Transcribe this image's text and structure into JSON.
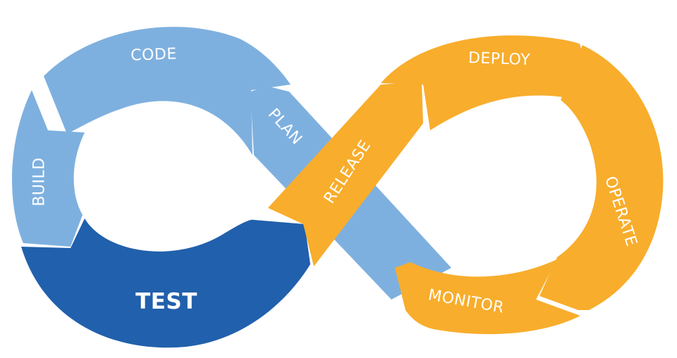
{
  "colors": {
    "light_blue": "#7eb0df",
    "dark_blue": "#2160ac",
    "orange": "#f8ad2c",
    "background": "#ffffff",
    "label": "#ffffff"
  },
  "stages": {
    "plan": "PLAN",
    "code": "CODE",
    "build": "BUILD",
    "test": "TEST",
    "release": "RELEASE",
    "deploy": "DEPLOY",
    "operate": "OPERATE",
    "monitor": "MONITOR"
  }
}
